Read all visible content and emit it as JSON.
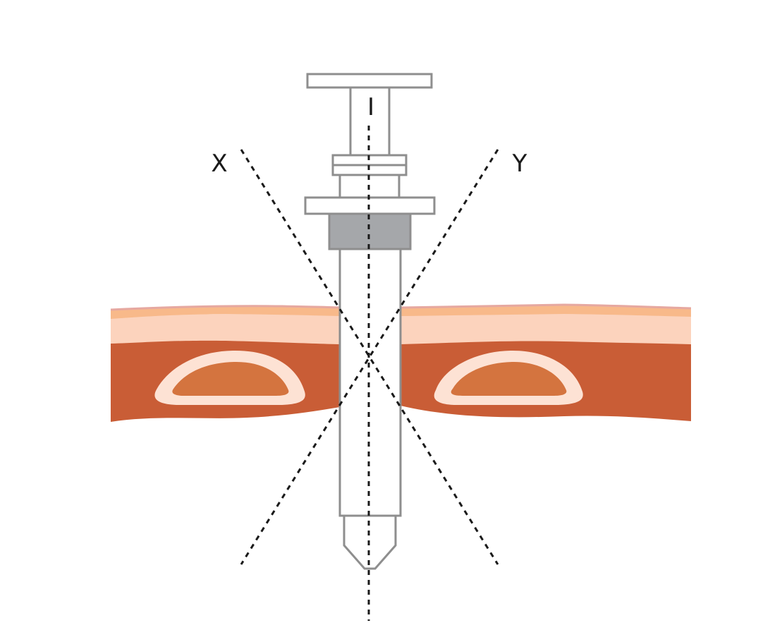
{
  "labels": {
    "axis_vertical": "I",
    "axis_left": "X",
    "axis_right": "Y"
  },
  "colors": {
    "background": "#ffffff",
    "syringe_outline": "#8e8e8e",
    "syringe_fill": "#ffffff",
    "hub_fill": "#a5a7aa",
    "skin_top_line": "#e6a8a0",
    "skin_epidermis": "#f8b98a",
    "skin_dermis": "#fcd3bd",
    "muscle": "#c95d36",
    "vessel_rim": "#fde2d4",
    "vessel_core": "#d4743f",
    "dashed_line": "#1a1a1a"
  }
}
